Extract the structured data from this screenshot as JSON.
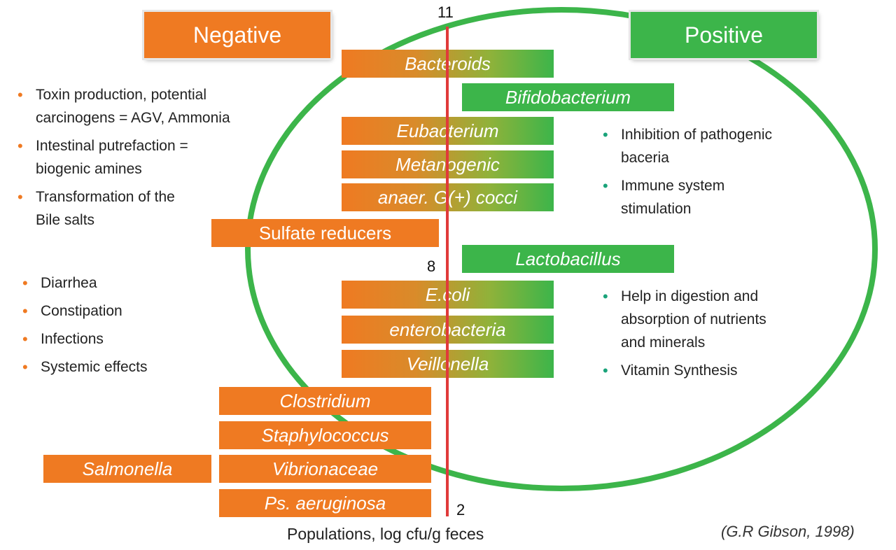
{
  "headers": {
    "negative": "Negative",
    "positive": "Positive"
  },
  "colors": {
    "negative": "#ef7a22",
    "positive": "#3cb54a",
    "axis": "#e03a3a",
    "bullet_negative": "#ef7a22",
    "bullet_positive": "#1aa37a"
  },
  "axis": {
    "ticks": {
      "top": "11",
      "middle": "8",
      "bottom": "2"
    },
    "label": "Populations, log cfu/g feces"
  },
  "bars": {
    "bacteroids": "Bacteroids",
    "bifidobacterium": "Bifidobacterium",
    "eubacterium": "Eubacterium",
    "metanogenic": "Metanogenic",
    "anaer_cocci": "anaer. G(+) cocci",
    "sulfate_reducers": "Sulfate reducers",
    "lactobacillus": "Lactobacillus",
    "ecoli": "E.coli",
    "enterobacteria": "enterobacteria",
    "veillonella": "Veillonella",
    "clostridium": "Clostridium",
    "staphylococcus": "Staphylococcus",
    "salmonella": "Salmonella",
    "vibrionaceae": "Vibrionaceae",
    "ps_aeruginosa": "Ps. aeruginosa"
  },
  "negative_effects_1": [
    {
      "line1": "Toxin production, potential",
      "line2": "carcinogens = AGV, Ammonia"
    },
    {
      "line1": "Intestinal putrefaction =",
      "line2": "biogenic amines"
    },
    {
      "line1": "Transformation of the",
      "line2": "Bile salts"
    }
  ],
  "negative_effects_2": [
    "Diarrhea",
    "Constipation",
    "Infections",
    "Systemic effects"
  ],
  "positive_effects_1": [
    {
      "line1": "Inhibition of pathogenic",
      "line2": "baceria"
    },
    {
      "line1": "Immune system",
      "line2": "stimulation"
    }
  ],
  "positive_effects_2": [
    {
      "line1": "Help in digestion and",
      "line2": "absorption of nutrients",
      "line3": "and minerals"
    },
    {
      "line1": "Vitamin Synthesis"
    }
  ],
  "citation": "(G.R Gibson, 1998)"
}
